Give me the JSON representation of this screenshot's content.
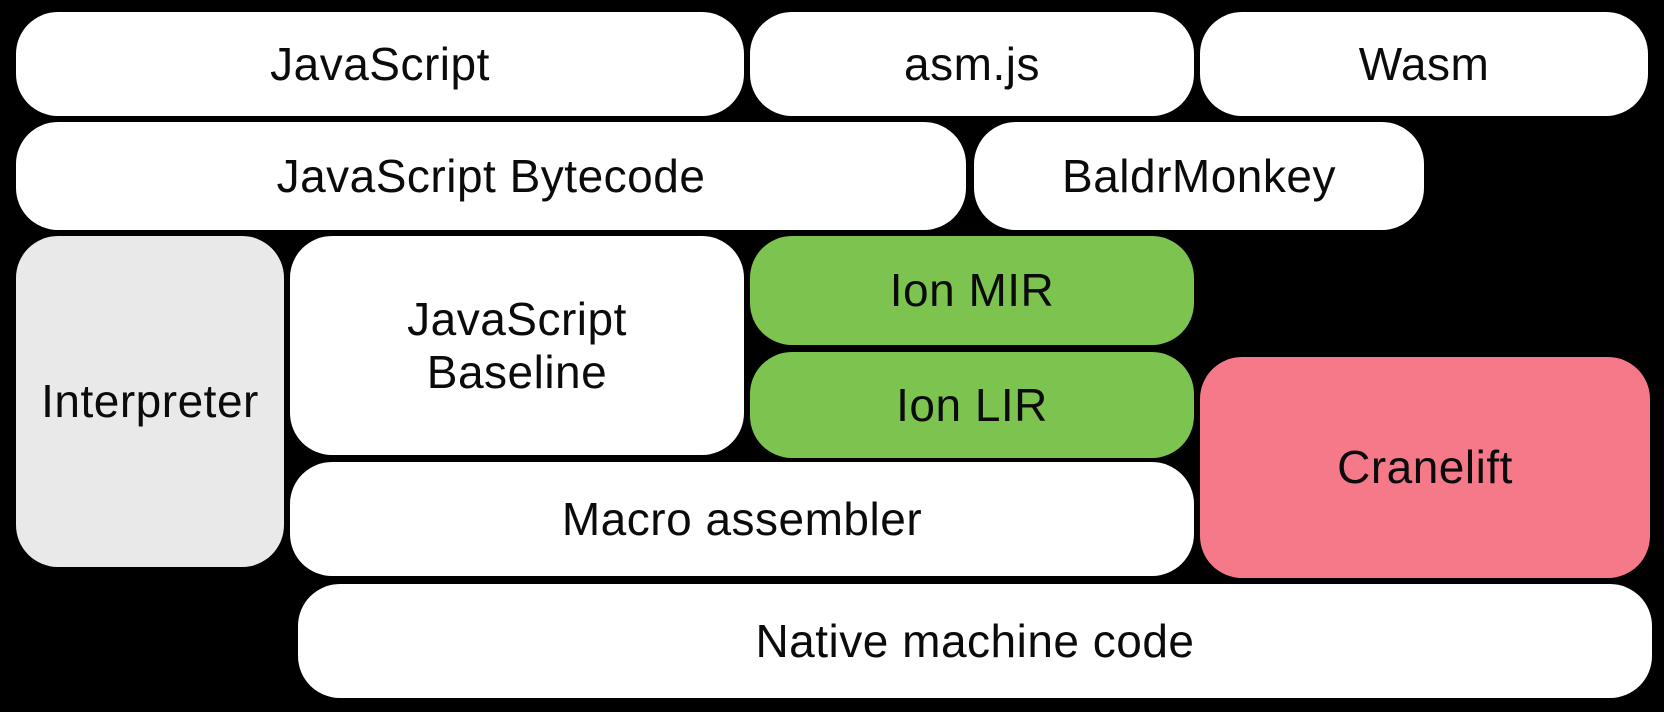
{
  "diagram": {
    "background": "#000000",
    "text_color": "#0b0b0b",
    "colors": {
      "plain": "#ffffff",
      "interpreter_gray": "#e9e9e9",
      "ion_green": "#7cc34f",
      "cranelift_pink": "#f6798a"
    },
    "nodes": {
      "javascript": {
        "label": "JavaScript"
      },
      "asm_js": {
        "label": "asm.js"
      },
      "wasm": {
        "label": "Wasm"
      },
      "javascript_bytecode": {
        "label": "JavaScript Bytecode"
      },
      "baldrmonkey": {
        "label": "BaldrMonkey"
      },
      "interpreter": {
        "label": "Interpreter"
      },
      "javascript_baseline": {
        "line1": "JavaScript",
        "line2": "Baseline"
      },
      "ion_mir": {
        "label": "Ion MIR"
      },
      "ion_lir": {
        "label": "Ion LIR"
      },
      "cranelift": {
        "label": "Cranelift"
      },
      "macro_assembler": {
        "label": "Macro assembler"
      },
      "native_machine_code": {
        "label": "Native machine code"
      }
    }
  }
}
